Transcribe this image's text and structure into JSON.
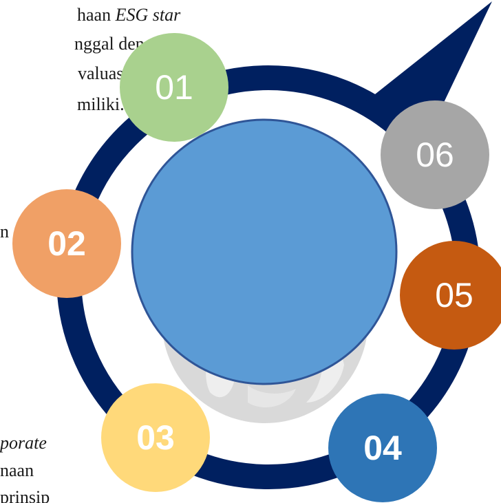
{
  "text_fragments": {
    "top_line1_plain": "haan ",
    "top_line1_italic": "ESG star",
    "top_line2": "nggal dengan",
    "top_line3": "valuasi dari",
    "top_line4": "miliki.",
    "mid_fragment": "n",
    "bottom_line1_italic": "porate",
    "bottom_line2": "naan",
    "bottom_line3": "prinsip"
  },
  "steps": [
    {
      "label": "01",
      "color": "#a9d18e"
    },
    {
      "label": "02",
      "color": "#f0a066"
    },
    {
      "label": "03",
      "color": "#ffd97a"
    },
    {
      "label": "04",
      "color": "#2e75b6"
    },
    {
      "label": "05",
      "color": "#c55a11"
    },
    {
      "label": "06",
      "color": "#a6a6a6"
    }
  ],
  "colors": {
    "ring": "#002060",
    "center_circle": "#5b9bd5",
    "center_border": "#2f5597",
    "globe": "#d9d9d9"
  }
}
